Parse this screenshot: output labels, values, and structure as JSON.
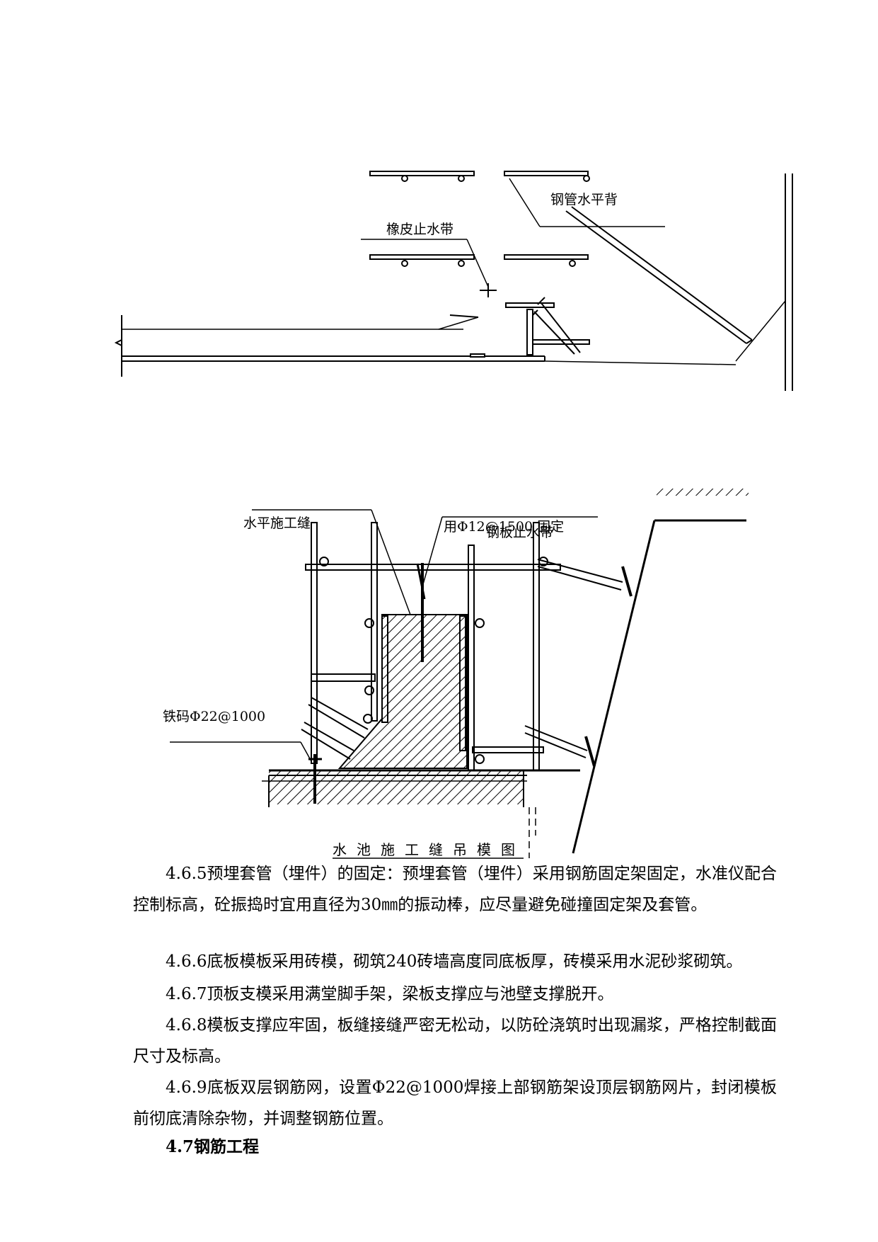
{
  "figure1": {
    "labels": {
      "steel_pipe_back": "钢管水平背",
      "rubber_waterstop": "橡皮止水带"
    }
  },
  "figure2": {
    "labels": {
      "horizontal_joint": "水平施工缝",
      "phi12_fix": "用Φ12@1500 固定",
      "steel_waterstop": "钢板止水带",
      "iron_code": "铁码Φ22@1000"
    },
    "caption": "水池施工缝吊模图"
  },
  "paragraphs": [
    "4.6.5预埋套管（埋件）的固定：预埋套管（埋件）采用钢筋固定架固定，水准仪配合控制标高，砼振捣时宜用直径为30㎜的振动棒，应尽量避免碰撞固定架及套管。",
    "4.6.6底板模板采用砖模，砌筑240砖墙高度同底板厚，砖模采用水泥砂浆砌筑。",
    "4.6.7顶板支模采用满堂脚手架，梁板支撑应与池壁支撑脱开。",
    "4.6.8模板支撑应牢固，板缝接缝严密无松动，以防砼浇筑时出现漏浆，严格控制截面尺寸及标高。",
    "4.6.9底板双层钢筋网，设置Φ22@1000焊接上部钢筋架设顶层钢筋网片，封闭模板前彻底清除杂物，并调整钢筋位置。"
  ],
  "section_heading": "4.7钢筋工程"
}
